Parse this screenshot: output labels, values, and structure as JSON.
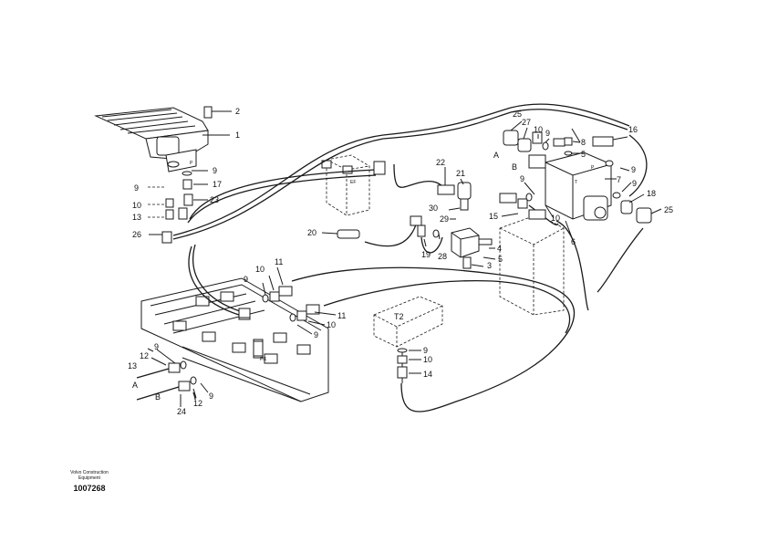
{
  "figure": {
    "part_labels": {
      "p1": "1",
      "p2": "2",
      "p3": "3",
      "p4": "4",
      "p5": "5",
      "p6": "6",
      "p7": "7",
      "p8": "8",
      "p9": "9",
      "p10": "10",
      "p11": "11",
      "p12": "12",
      "p13": "13",
      "p14": "14",
      "p15": "15",
      "p16": "16",
      "p17": "17",
      "p18": "18",
      "p19": "19",
      "p20": "20",
      "p21": "21",
      "p22": "22",
      "p23": "23",
      "p24": "24",
      "p25": "25",
      "p26": "26",
      "p27": "27",
      "p28": "28",
      "p29": "29",
      "p30": "30"
    },
    "port_labels": {
      "a": "A",
      "b": "B",
      "t2": "T2",
      "pi1": "Pi1",
      "p": "P",
      "t": "T",
      "ef": "EF"
    }
  },
  "footer": {
    "brand_line1": "Volvo Construction",
    "brand_line2": "Equipment",
    "drawing_number": "1007268"
  }
}
